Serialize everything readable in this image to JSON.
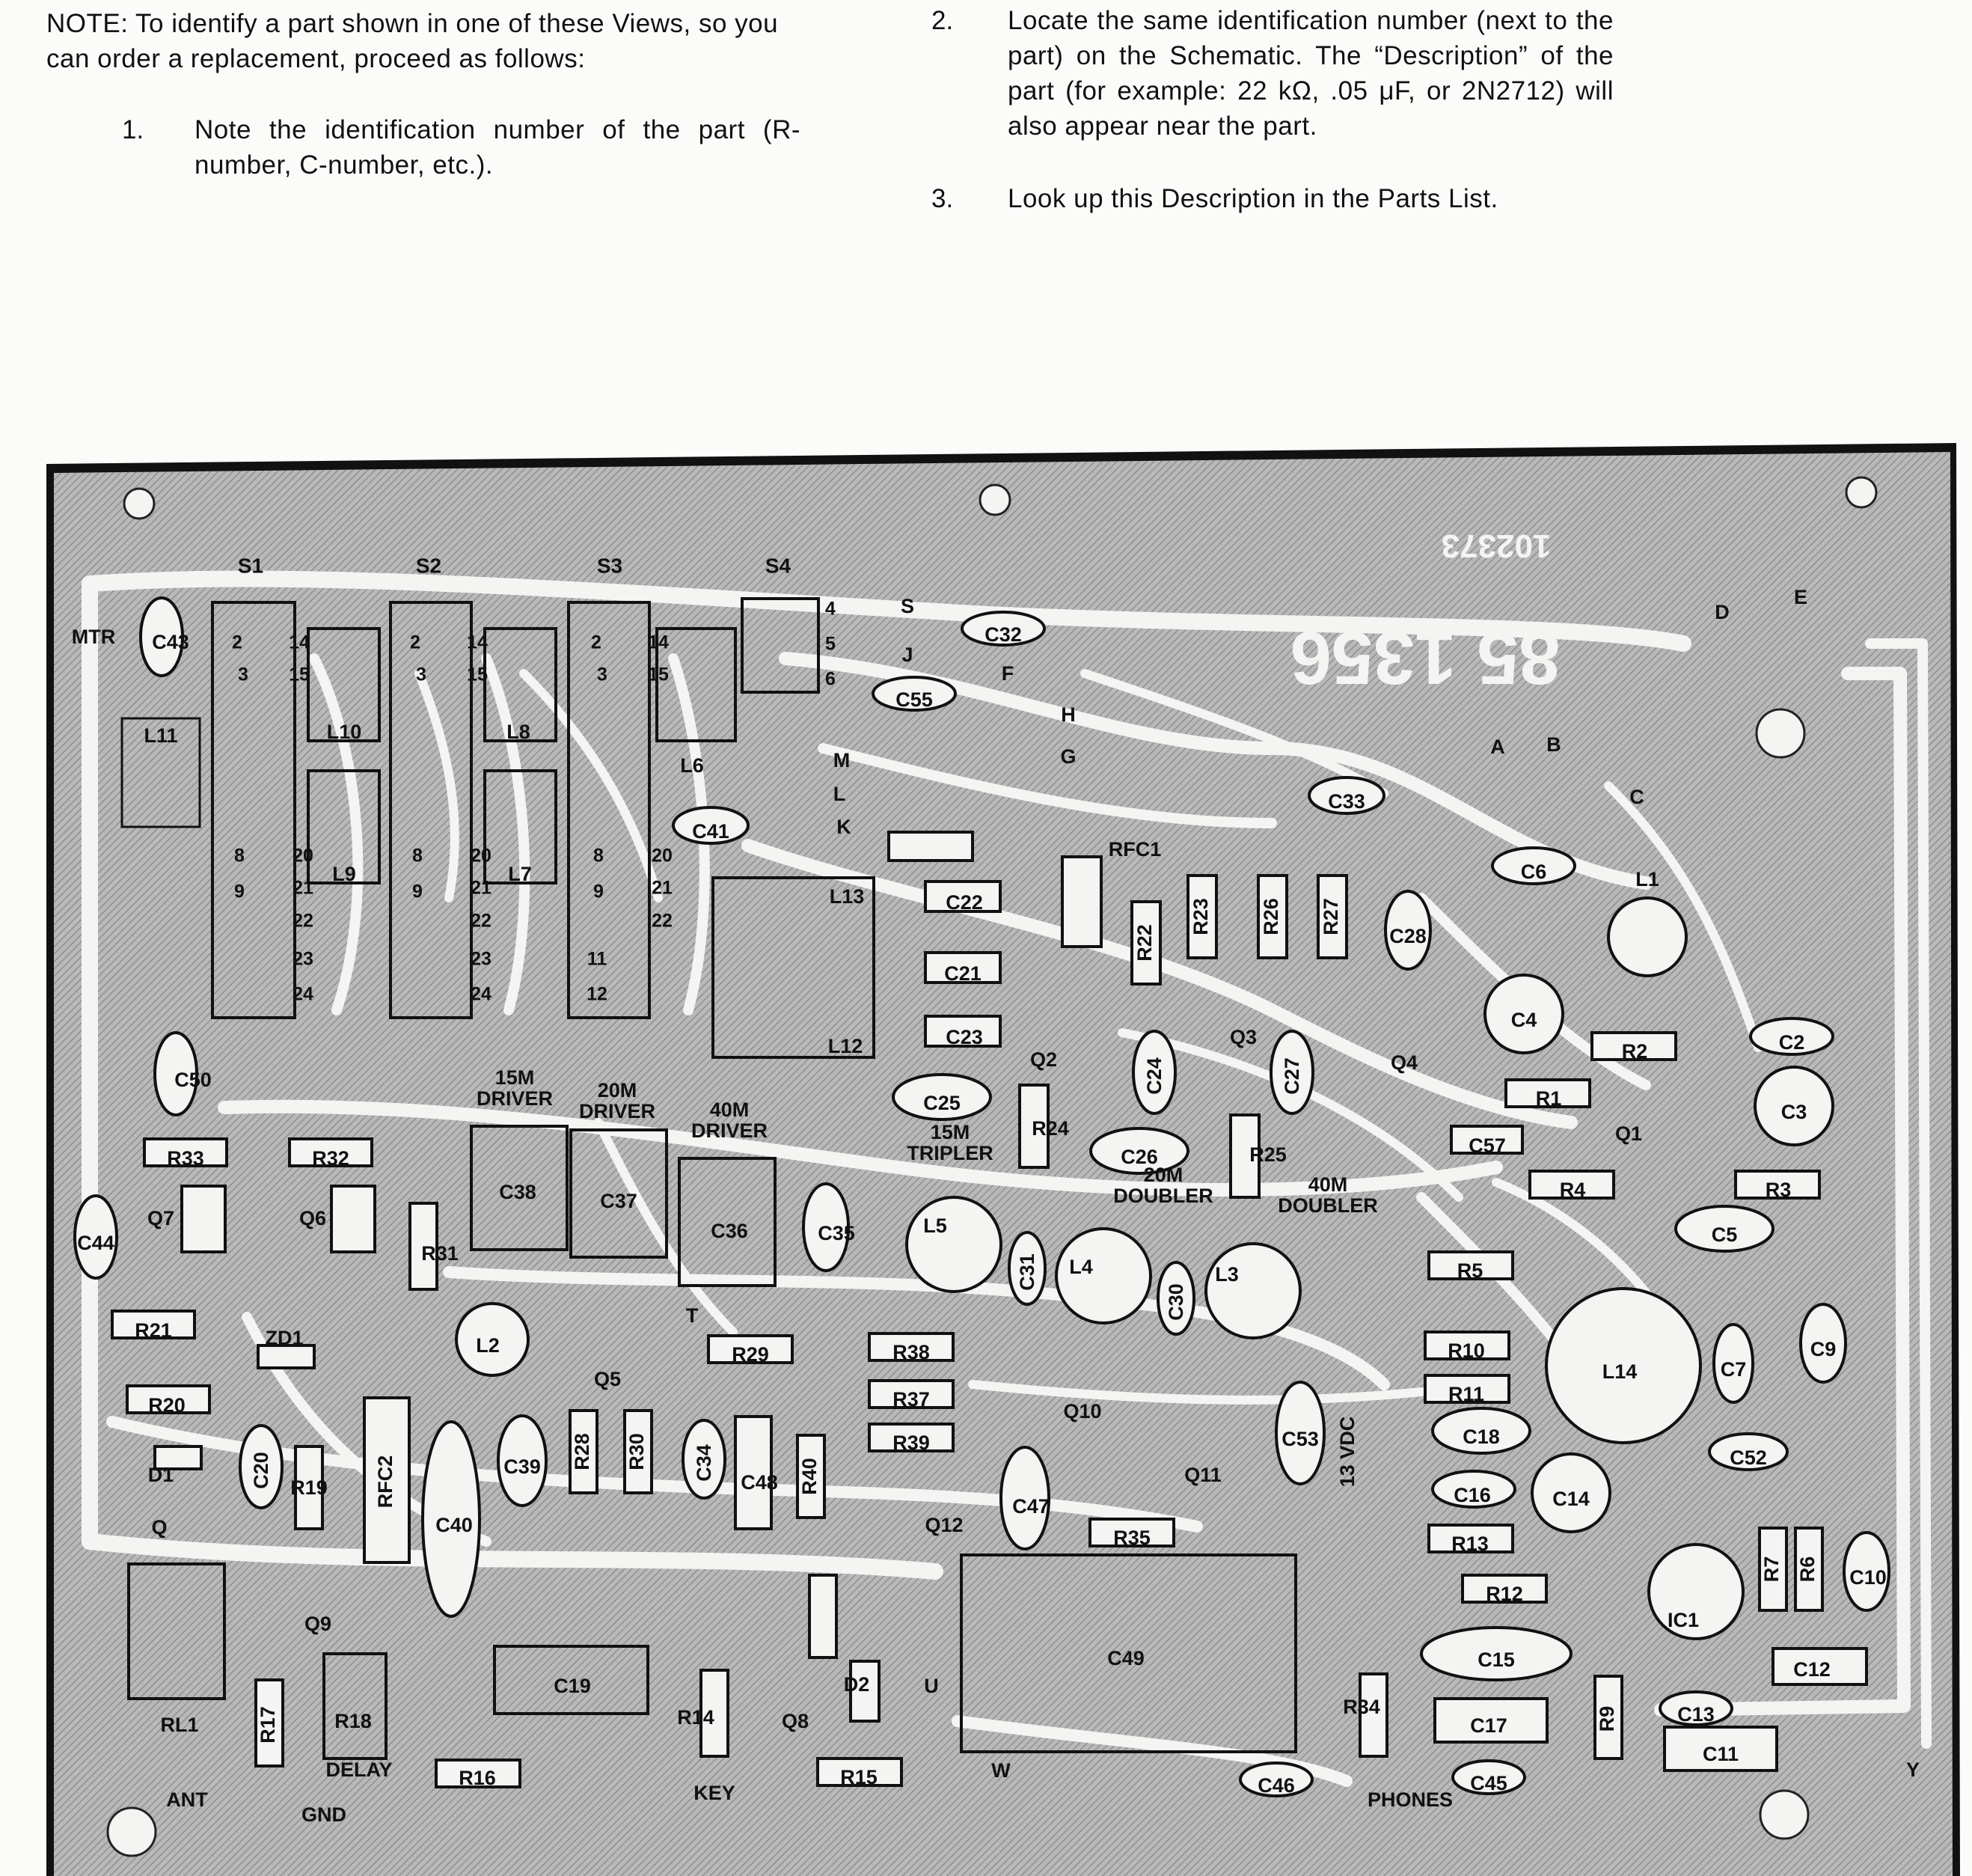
{
  "instructions": {
    "note": "NOTE: To identify a part shown in one of these Views, so you can order a replacement, proceed as follows:",
    "steps": [
      {
        "num": "1.",
        "text": "Note the identification number of the part (R-number, C-number, etc.)."
      },
      {
        "num": "2.",
        "text": "Locate the same identification number (next to the part) on the Schematic. The “Description” of the part (for example: 22 kΩ, .05 μF, or 2N2712) will also appear near the part."
      },
      {
        "num": "3.",
        "text": "Look up this Description in the Parts List."
      }
    ]
  },
  "board": {
    "board_number": "85 1356",
    "mirrored_number": "102373",
    "switches": [
      "S1",
      "S2",
      "S3",
      "S4"
    ],
    "switch_pins": [
      "2",
      "3",
      "14",
      "15",
      "8",
      "9",
      "20",
      "21",
      "22",
      "23",
      "24"
    ],
    "s3_extra_pins": [
      "11",
      "12"
    ],
    "s4_pins": [
      "4",
      "5",
      "6"
    ],
    "stage_labels": [
      "15M DRIVER",
      "20M DRIVER",
      "40M DRIVER",
      "15M TRIPLER",
      "20M DOUBLER",
      "40M DOUBLER"
    ],
    "connection_labels": [
      "MTR",
      "ANT",
      "GND",
      "DELAY",
      "KEY",
      "PHONES",
      "13 VDC",
      "A",
      "B",
      "C",
      "D",
      "E",
      "F",
      "G",
      "H",
      "J",
      "K",
      "L",
      "M",
      "Q",
      "S",
      "T",
      "U",
      "W",
      "Y"
    ],
    "parts": {
      "resistors": [
        "R1",
        "R2",
        "R3",
        "R4",
        "R5",
        "R6",
        "R7",
        "R9",
        "R10",
        "R11",
        "R12",
        "R13",
        "R14",
        "R15",
        "R16",
        "R17",
        "R18",
        "R19",
        "R20",
        "R21",
        "R22",
        "R23",
        "R24",
        "R25",
        "R26",
        "R27",
        "R28",
        "R29",
        "R30",
        "R31",
        "R32",
        "R33",
        "R34",
        "R35",
        "R37",
        "R38",
        "R39",
        "R40"
      ],
      "capacitors": [
        "C2",
        "C3",
        "C4",
        "C5",
        "C6",
        "C7",
        "C9",
        "C10",
        "C11",
        "C12",
        "C13",
        "C14",
        "C15",
        "C16",
        "C17",
        "C18",
        "C19",
        "C20",
        "C21",
        "C22",
        "C23",
        "C24",
        "C25",
        "C26",
        "C27",
        "C28",
        "C30",
        "C31",
        "C32",
        "C33",
        "C34",
        "C35",
        "C36",
        "C37",
        "C38",
        "C39",
        "C40",
        "C41",
        "C43",
        "C44",
        "C45",
        "C46",
        "C47",
        "C48",
        "C49",
        "C50",
        "C52",
        "C53",
        "C55",
        "C57"
      ],
      "inductors": [
        "L1",
        "L2",
        "L3",
        "L4",
        "L5",
        "L6",
        "L7",
        "L8",
        "L9",
        "L10",
        "L11",
        "L12",
        "L13",
        "L14",
        "RFC1",
        "RFC2"
      ],
      "semiconductors": [
        "Q1",
        "Q2",
        "Q3",
        "Q4",
        "Q5",
        "Q6",
        "Q7",
        "Q8",
        "Q9",
        "Q10",
        "Q11",
        "Q12",
        "D1",
        "D2",
        "ZD1",
        "IC1",
        "RL1"
      ]
    }
  }
}
